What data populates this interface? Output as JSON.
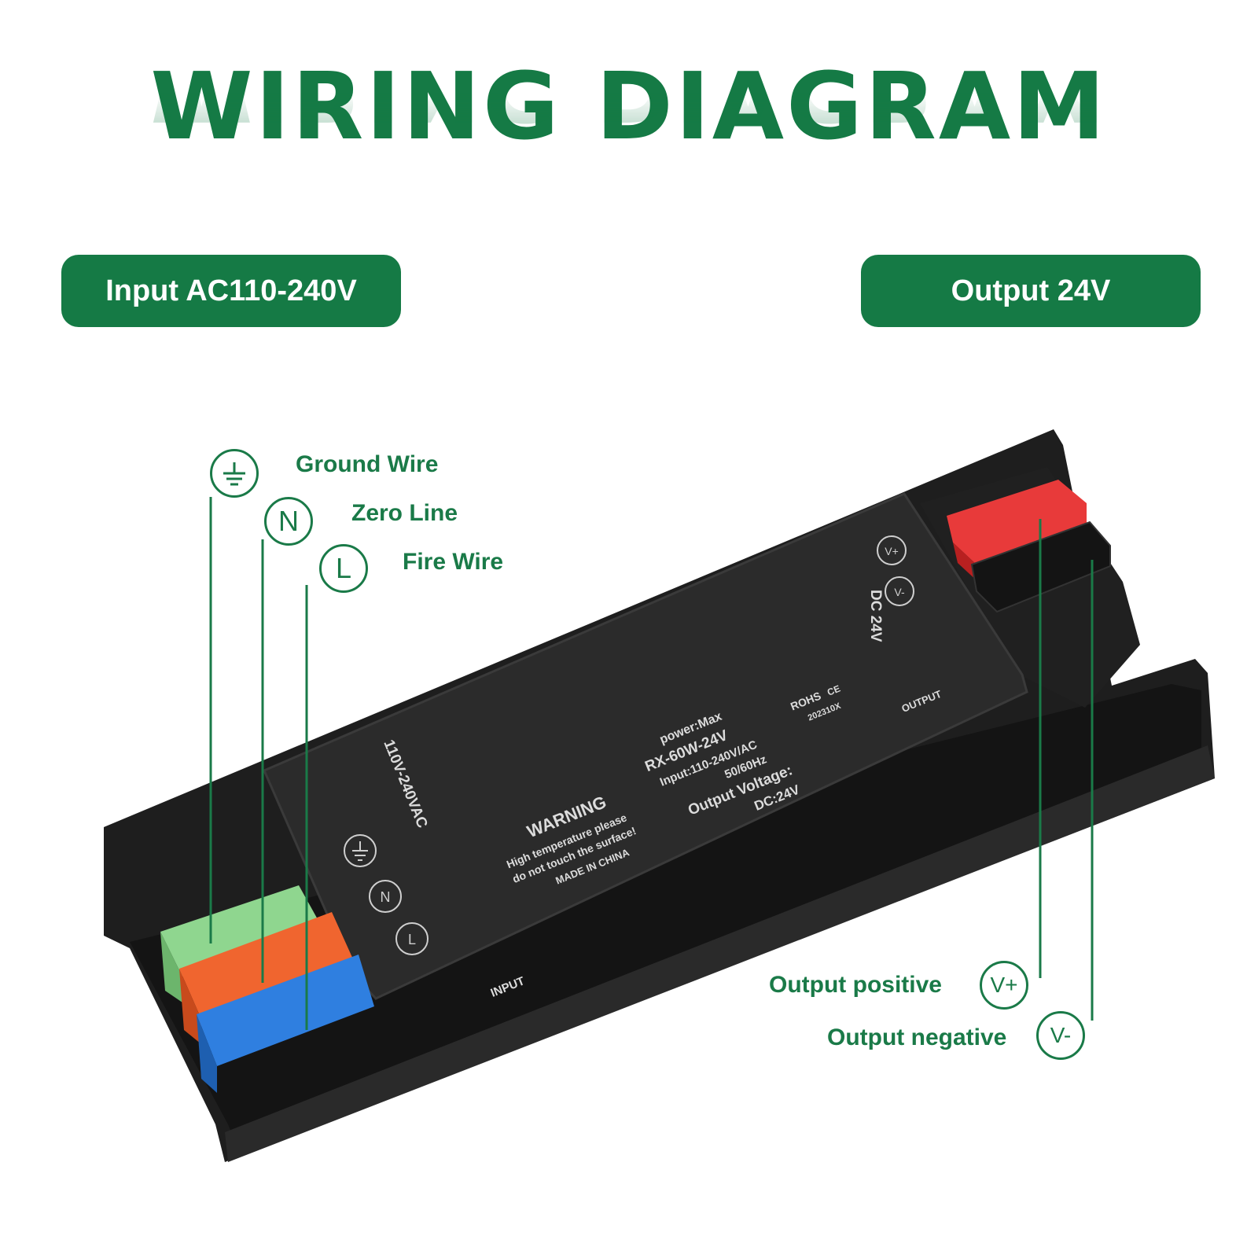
{
  "title": "WIRING DIAGRAM",
  "input_badge": "Input AC110-240V",
  "output_badge": "Output 24V",
  "input_terminals": [
    {
      "label": "Ground Wire",
      "symbol": "ground-icon"
    },
    {
      "label": "Zero Line",
      "symbol_text": "N"
    },
    {
      "label": "Fire Wire",
      "symbol_text": "L"
    }
  ],
  "output_terminals": [
    {
      "label": "Output positive",
      "symbol_text": "V+"
    },
    {
      "label": "Output negative",
      "symbol_text": "V-"
    }
  ],
  "device_label": {
    "warning": "WARNING",
    "warning_line1": "High temperature please",
    "warning_line2": "do not touch the surface!",
    "made_in": "MADE IN CHINA",
    "brand": "power:Max",
    "model": "RX-60W-24V",
    "input_spec": "Input:110-240V/AC",
    "frequency": "50/60Hz",
    "output_voltage_label": "Output Voltage:",
    "output_voltage_value": "DC:24V",
    "rohs": "ROHS",
    "ce": "CE",
    "batch": "202310X",
    "dc_label": "DC 24V",
    "output_text": "OUTPUT",
    "input_text": "INPUT",
    "voltage_range": "110V-240VAC",
    "n_mark": "N",
    "l_mark": "L",
    "vplus_mark": "V+",
    "vminus_mark": "V-"
  },
  "colors": {
    "brand_green": "#157a45",
    "ground_terminal": "#8fd68f",
    "neutral_terminal": "#f0652f",
    "live_terminal": "#2f7fe0",
    "positive_terminal": "#e83a3a",
    "negative_terminal": "#1d1d1d",
    "device_body": "#262626"
  }
}
